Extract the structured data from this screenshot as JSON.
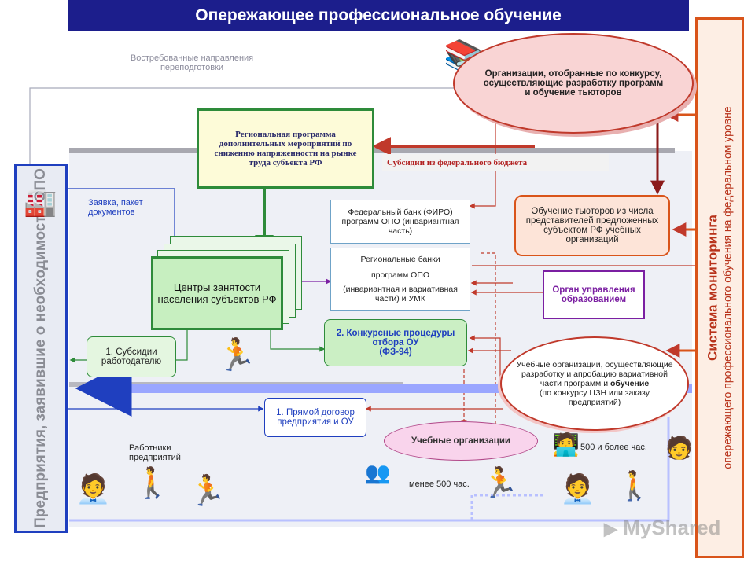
{
  "title": "Опережающее профессиональное обучение",
  "demanded_directions": "Востребованные направления переподготовки",
  "organizations_selected": "Организации, отобранные по конкурсу, осуществляющие разработку программ и обучение тьюторов",
  "regional_program": "Региональная программа дополнительных мероприятий по снижению напряженности на рынке труда субъекта РФ",
  "federal_subsidies": "Субсидии из федерального бюджета",
  "application": "Заявка, пакет документов",
  "federal_bank": "Федеральный банк (ФИРО) программ ОПО (инвариантная часть)",
  "regional_banks": {
    "title": "Региональные банки",
    "line2": "программ ОПО",
    "line3": "(инвариантная и вариативная части) и УМК"
  },
  "tutor_training": "Обучение тьюторов из числа представителей предложенных субъектом РФ учебных организаций",
  "education_authority": "Орган управления образованием",
  "employment_centers": "Центры занятости населения субъектов РФ",
  "subsidies_employer": "1. Субсидии работодателю",
  "competitive_procedures": {
    "line1": "2. Конкурсные процедуры отбора ОУ",
    "line2": "(ФЗ-94)"
  },
  "educational_orgs_dev": {
    "line1": "Учебные организации, осуществляющие разработку и апробацию вариативной части программ и",
    "bold": "обучение",
    "line2": "(по конкурсу ЦЗН или заказу предприятий)"
  },
  "direct_contract": "1. Прямой договор предприятия и ОУ",
  "educational_orgs": "Учебные организации",
  "workers": "Работники предприятий",
  "less_500": "менее 500 час.",
  "more_500": "500 и более час.",
  "left_vertical": "Предприятия, заявившие о необходимости ОПО",
  "right_vertical": {
    "line1": "Система мониторинга",
    "line2": "опережающего профессионального обучения на федеральном уровне"
  },
  "watermark": "MyShared",
  "colors": {
    "title_bg": "#1c1e8c",
    "green_border": "#2e8b3a",
    "red_arrow": "#c0392b",
    "purple": "#7b1fa2",
    "orange_border": "#d9541a"
  }
}
